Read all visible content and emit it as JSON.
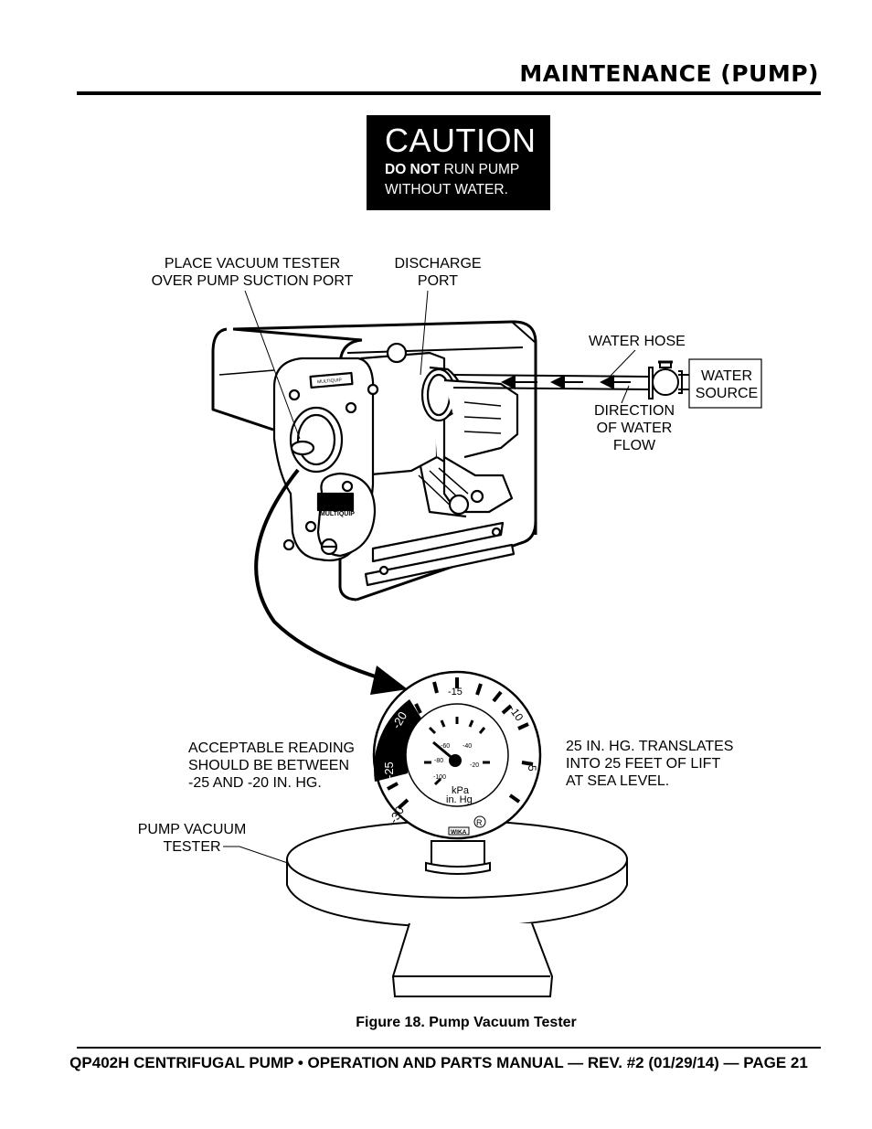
{
  "header": {
    "title": "MAINTENANCE (PUMP)"
  },
  "caution": {
    "title": "CAUTION",
    "strong_text": "DO NOT",
    "body_line1_rest": " RUN PUMP",
    "body_line2": "WITHOUT WATER."
  },
  "labels": {
    "vacuum_tester_line1": "PLACE VACUUM TESTER",
    "vacuum_tester_line2": "OVER PUMP SUCTION PORT",
    "discharge_line1": "DISCHARGE",
    "discharge_line2": "PORT",
    "water_hose": "WATER HOSE",
    "water_source_line1": "WATER",
    "water_source_line2": "SOURCE",
    "direction_line1": "DIRECTION",
    "direction_line2": "OF WATER",
    "direction_line3": "FLOW",
    "acceptable_line1": "ACCEPTABLE READING",
    "acceptable_line2": "SHOULD BE BETWEEN",
    "acceptable_line3": "-25 AND -20 IN. HG.",
    "translates_line1": "25 IN. HG. TRANSLATES",
    "translates_line2": "INTO 25 FEET OF LIFT",
    "translates_line3": "AT SEA LEVEL.",
    "pump_vacuum_line1": "PUMP VACUUM",
    "pump_vacuum_line2": "TESTER"
  },
  "gauge": {
    "outer_labels": [
      "-30",
      "-25",
      "-20",
      "-15",
      "-10",
      "-5"
    ],
    "inner_labels": [
      "-100",
      "-80",
      "-60",
      "-40",
      "-20"
    ],
    "unit_kpa": "kPa",
    "unit_inhg": "in. Hg",
    "brand": "WIKA",
    "registered": "R"
  },
  "pump_decals": {
    "decal1": "MULTIQUIP",
    "decal2": "MULTIQUIP"
  },
  "figure": {
    "caption": "Figure 18. Pump Vacuum Tester"
  },
  "footer": {
    "text": "QP402H CENTRIFUGAL PUMP • OPERATION AND PARTS MANUAL — REV. #2 (01/29/14) — PAGE 21"
  }
}
